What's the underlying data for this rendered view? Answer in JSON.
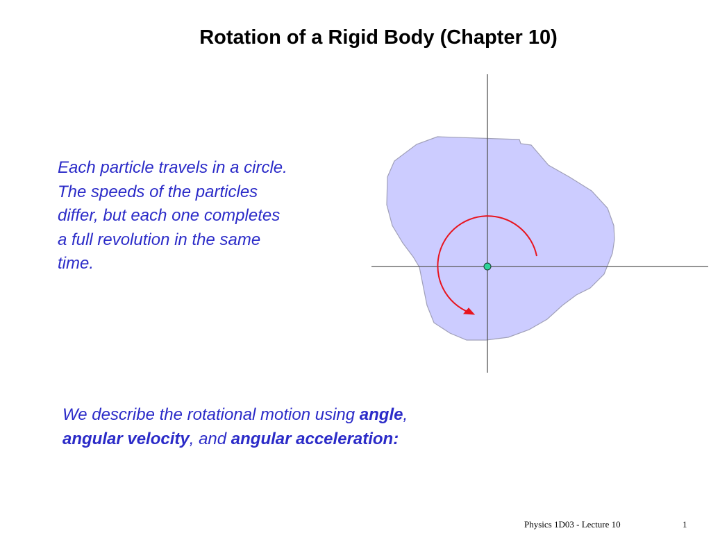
{
  "slide": {
    "title": "Rotation of a Rigid Body (Chapter 10)",
    "paragraph_1": [
      "Each particle travels in a circle.",
      "The speeds of the particles",
      "differ, but each one completes",
      "a full revolution in the same",
      "time."
    ],
    "paragraph_2": {
      "line_1": {
        "prefix": "We describe the rotational motion using ",
        "term_1": "angle",
        "suffix": ","
      },
      "line_2": {
        "term_2": "angular velocity",
        "mid": ", and ",
        "term_3": "angular acceleration:"
      }
    },
    "footer": {
      "course": "Physics 1D03 - Lecture 10",
      "page_number": "1"
    }
  },
  "colors": {
    "text_blue": "#2b2bc8",
    "body_fill": "#ccccff",
    "body_outline": "#a0a0b8",
    "arrow_red": "#e8141e",
    "pivot_green": "#2fd49a",
    "axis_gray": "#555555"
  }
}
